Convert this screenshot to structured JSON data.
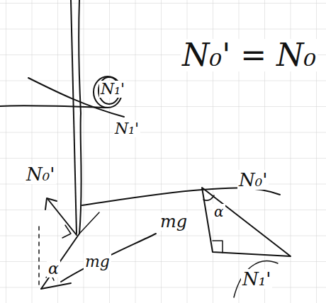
{
  "diagram": {
    "labels": [
      "N₁'",
      "N₁'",
      "N₀' = N₀",
      "N₀'",
      "mg",
      "α",
      "mg",
      "α",
      "N₀'",
      "N₁'"
    ]
  }
}
